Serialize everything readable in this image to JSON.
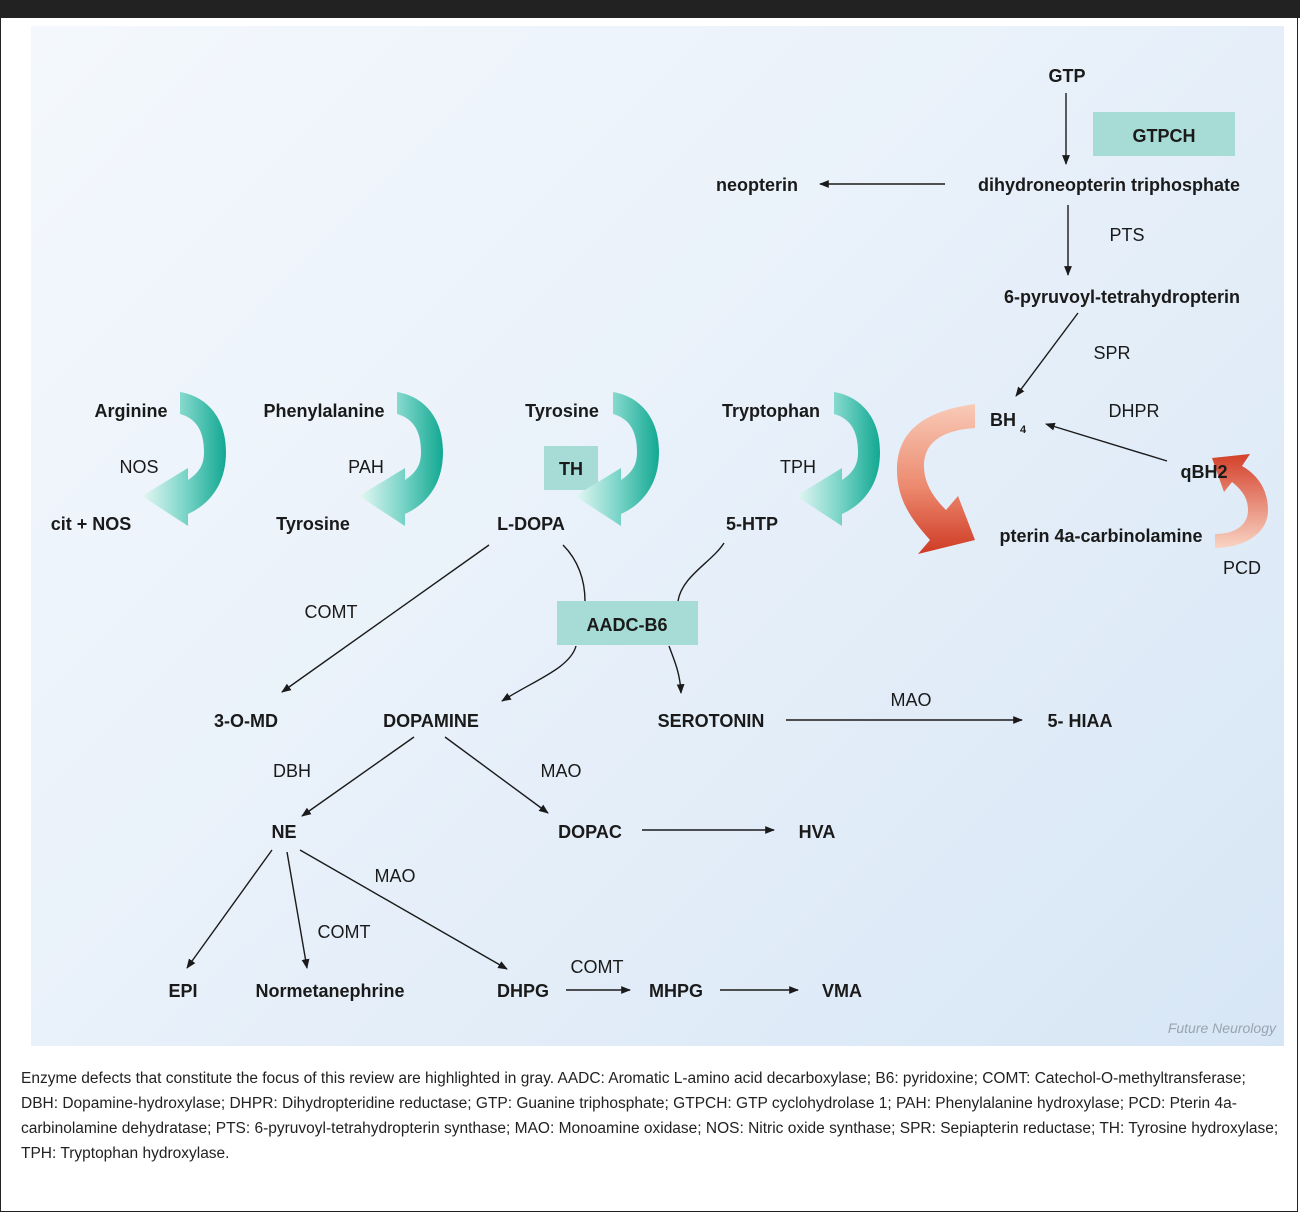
{
  "nodes": {
    "gtp": "GTP",
    "dihydroneopterin": "dihydroneopterin triphosphate",
    "neopterin": "neopterin",
    "pyruvoyl": "6-pyruvoyl-tetrahydropterin",
    "bh4": "BH",
    "bh4_sub": "4",
    "qbh2": "qBH2",
    "carbinolamine": "pterin 4a-carbinolamine",
    "arginine": "Arginine",
    "cit_nos": "cit + NOS",
    "phenylalanine": "Phenylalanine",
    "tyrosine_out": "Tyrosine",
    "tyrosine_in": "Tyrosine",
    "ldopa": "L-DOPA",
    "tryptophan": "Tryptophan",
    "htp": "5-HTP",
    "omd": "3-O-MD",
    "dopamine": "DOPAMINE",
    "serotonin": "SEROTONIN",
    "hiaa": "5- HIAA",
    "ne": "NE",
    "dopac": "DOPAC",
    "hva": "HVA",
    "epi": "EPI",
    "normetanephrine": "Normetanephrine",
    "dhpg": "DHPG",
    "mhpg": "MHPG",
    "vma": "VMA"
  },
  "enzymes": {
    "gtpch": "GTPCH",
    "pts": "PTS",
    "spr": "SPR",
    "dhpr": "DHPR",
    "pcd": "PCD",
    "nos": "NOS",
    "pah": "PAH",
    "th": "TH",
    "tph": "TPH",
    "aadc": "AADC-B6",
    "comt_ldopa": "COMT",
    "mao_serotonin": "MAO",
    "dbh": "DBH",
    "mao_dopamine": "MAO",
    "mao_ne": "MAO",
    "comt_ne": "COMT",
    "comt_dhpg": "COMT"
  },
  "colors": {
    "highlight_box": "#a6dcd5",
    "teal_arrow": "#3fc0b0",
    "red_arrow": "#d8432c",
    "line": "#1a1a1a"
  },
  "credit": "Future Neurology",
  "caption": "Enzyme defects that constitute the focus of this review are highlighted in gray. AADC: Aromatic L-amino acid decarboxylase; B6: pyridoxine; COMT: Catechol-O-methyltransferase; DBH: Dopamine-hydroxylase; DHPR: Dihydropteridine reductase; GTP: Guanine triphosphate; GTPCH: GTP cyclohydrolase 1; PAH: Phenylalanine hydroxylase; PCD: Pterin 4a-carbinolamine dehydratase; PTS: 6-pyruvoyl-tetrahydropterin synthase; MAO: Monoamine oxidase; NOS: Nitric oxide synthase; SPR: Sepiapterin reductase; TH: Tyrosine hydroxylase; TPH: Tryptophan hydroxylase."
}
